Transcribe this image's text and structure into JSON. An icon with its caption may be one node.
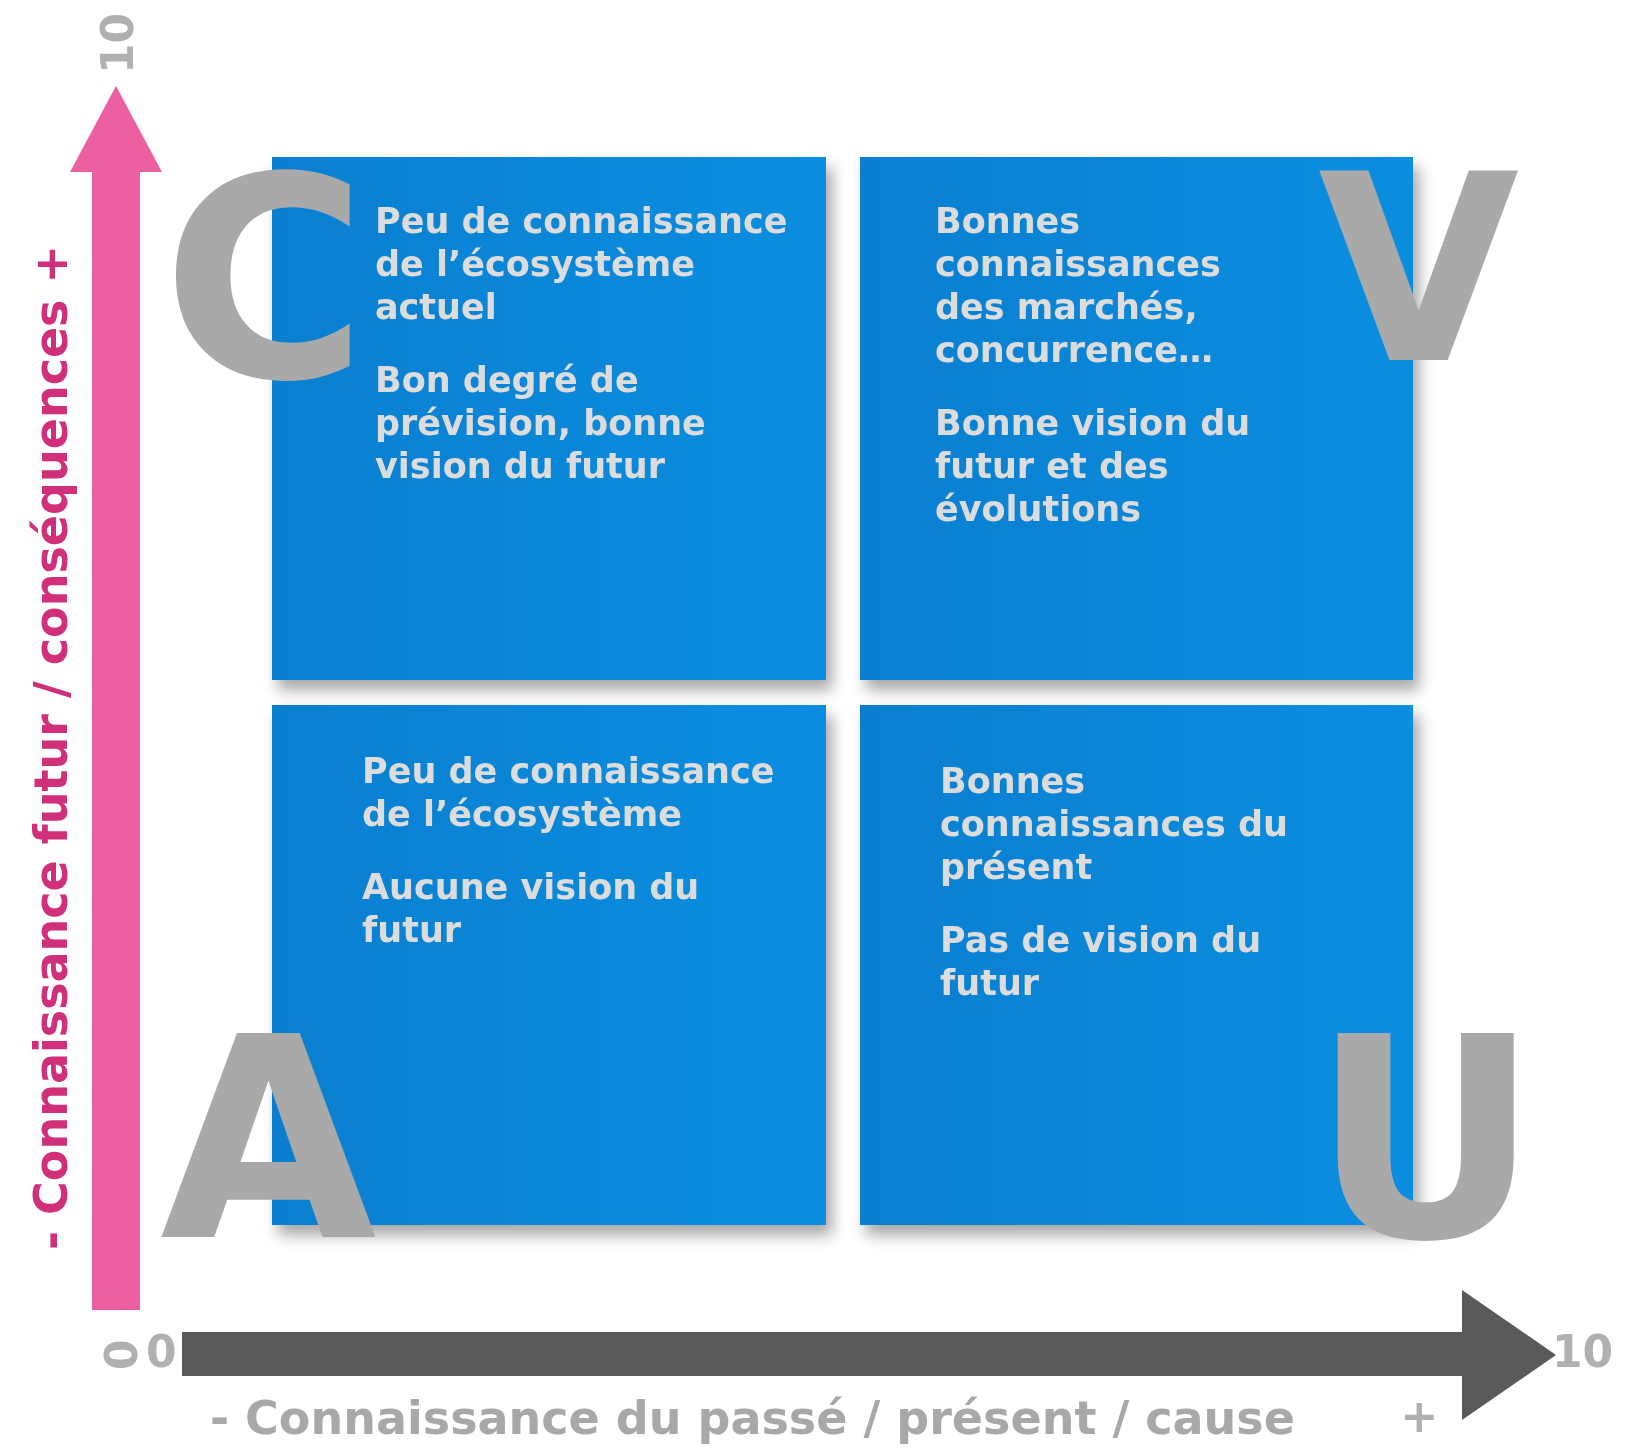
{
  "diagram": {
    "nodes": [
      {
        "text": [
          "Peu de connaissance de l’écosystème actuel",
          "Bon degré de prévision, bonne vision du futur"
        ]
      },
      {
        "text": [
          "Bonnes connaissances des marchés, concurrence…",
          "Bonne vision du futur et des évolutions"
        ]
      },
      {
        "text": [
          "Peu de connaissance de l’écosystème",
          "Aucune vision du futur"
        ]
      },
      {
        "text": [
          "Bonnes connaissances du présent",
          "Pas de vision du futur"
        ]
      }
    ],
    "edges": [],
    "labels": [
      "10",
      "C",
      "V",
      "A",
      "U",
      "0",
      "0",
      "10",
      "- Connaissance futur / conséquences +",
      "- Connaissance du passé / présent / cause",
      "+"
    ]
  }
}
